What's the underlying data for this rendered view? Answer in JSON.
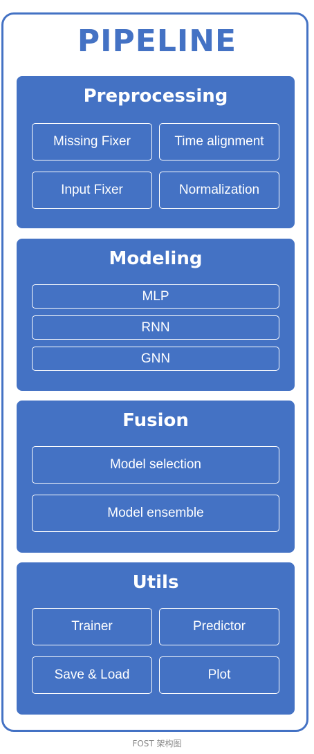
{
  "title": "PIPELINE",
  "sections": [
    {
      "title": "Preprocessing",
      "items": [
        "Missing Fixer",
        "Time alignment",
        "Input Fixer",
        "Normalization"
      ]
    },
    {
      "title": "Modeling",
      "items": [
        "MLP",
        "RNN",
        "GNN"
      ]
    },
    {
      "title": "Fusion",
      "items": [
        "Model selection",
        "Model ensemble"
      ]
    },
    {
      "title": "Utils",
      "items": [
        "Trainer",
        "Predictor",
        "Save & Load",
        "Plot"
      ]
    }
  ],
  "caption": "FOST 架构图",
  "colors": {
    "accent": "#4472c4",
    "text_on_accent": "#ffffff",
    "caption": "#888888"
  }
}
